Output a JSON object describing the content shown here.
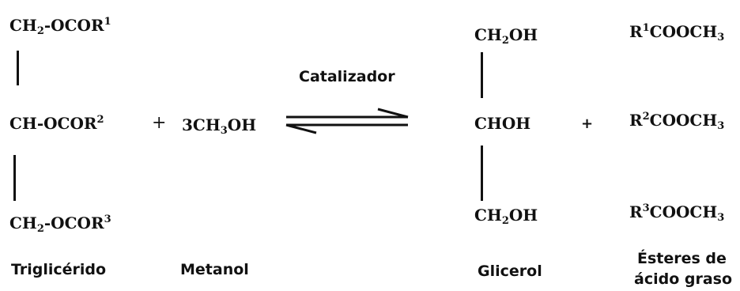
{
  "triglyceride": {
    "line1": {
      "pre": "CH",
      "sub": "2",
      "mid": "-OCOR",
      "sup": "1"
    },
    "line2": {
      "pre": "CH-OCOR",
      "sup": "2"
    },
    "line3": {
      "pre": "CH",
      "sub": "2",
      "mid": "-OCOR",
      "sup": "3"
    },
    "label": "Triglicérido"
  },
  "plus_left": "+",
  "methanol": {
    "pre": "3CH",
    "sub": "3",
    "mid": "OH",
    "label": "Metanol"
  },
  "catalyst_label": "Catalizador",
  "glycerol": {
    "line1": {
      "pre": "CH",
      "sub": "2",
      "mid": "OH"
    },
    "line2": "CHOH",
    "line3": {
      "pre": "CH",
      "sub": "2",
      "mid": "OH"
    },
    "label": "Glicerol"
  },
  "plus_right": "+",
  "esters": {
    "e1": {
      "sup": "1",
      "pre": "COOCH",
      "sub": "3"
    },
    "e2": {
      "sup": "2",
      "pre": "COOCH",
      "sub": "3"
    },
    "e3": {
      "sup": "3",
      "pre": "COOCH",
      "sub": "3"
    },
    "label_line1": "Ésteres de",
    "label_line2": "ácido graso"
  },
  "colors": {
    "ink": "#111111",
    "background": "#ffffff"
  }
}
